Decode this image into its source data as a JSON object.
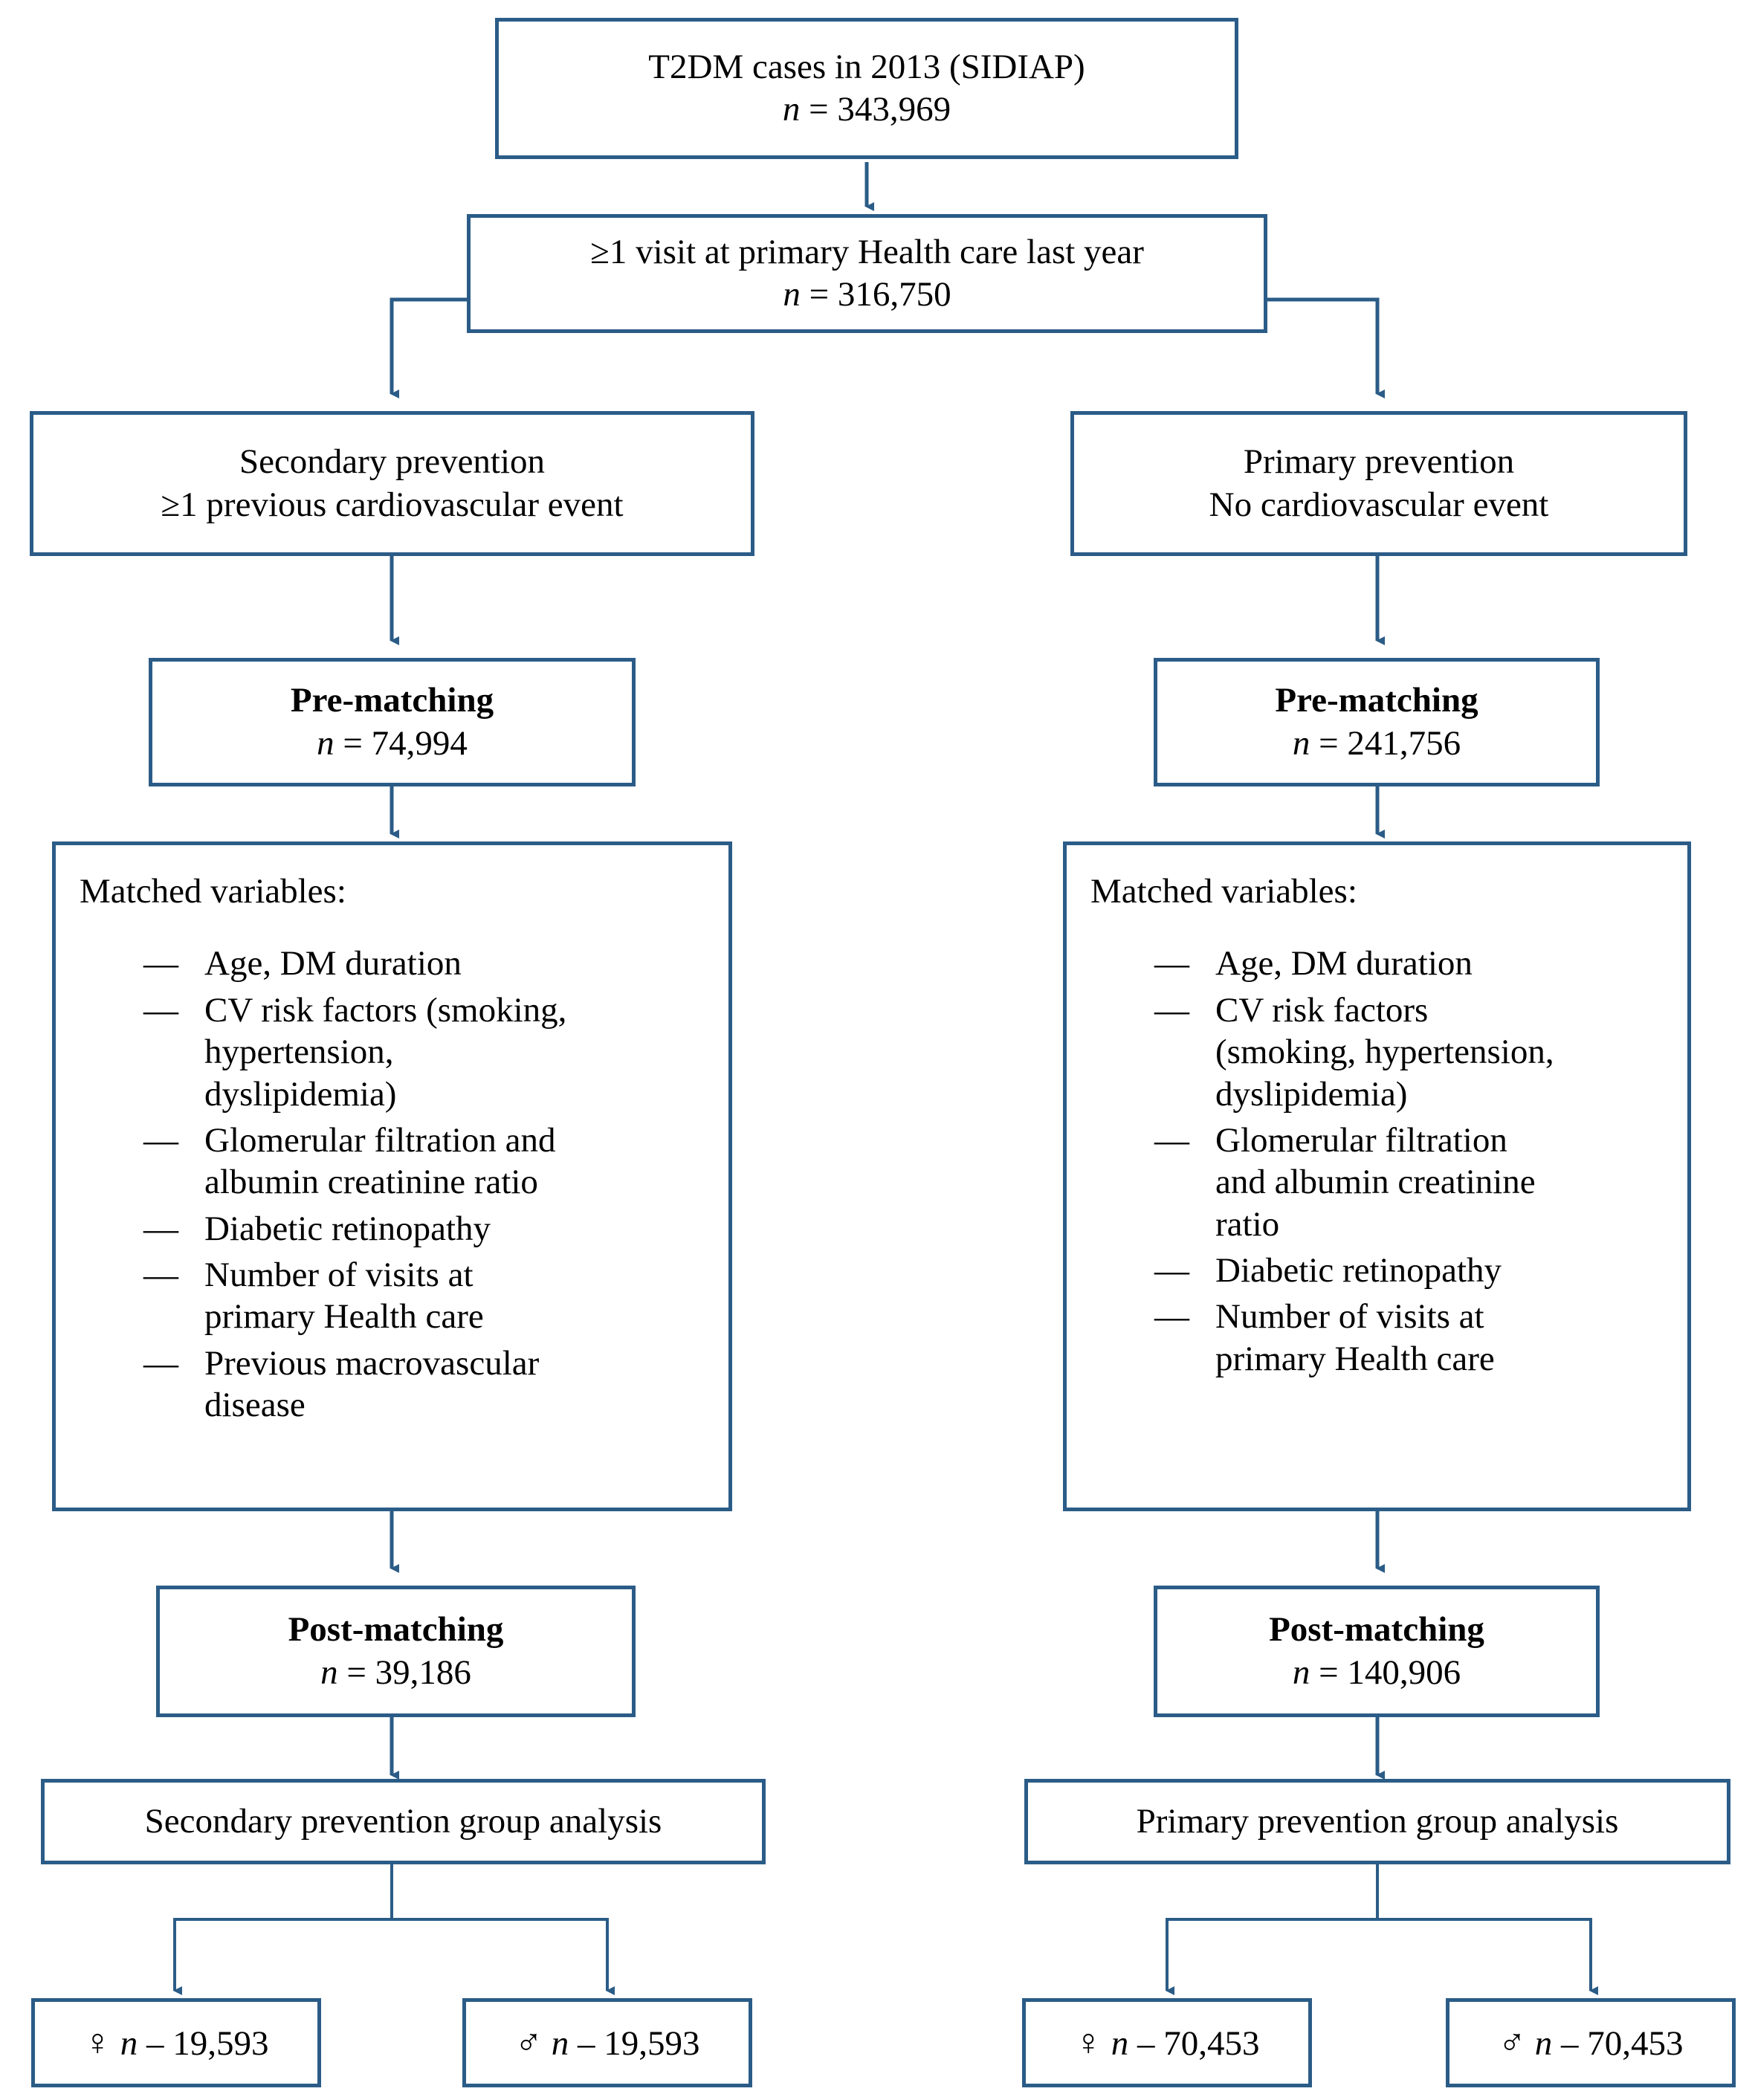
{
  "figure": {
    "type": "flowchart",
    "accent_color": "#2b5c87",
    "background_color": "#ffffff",
    "text_color": "#000000"
  },
  "nodes": {
    "source": {
      "line1": "T2DM cases in 2013 (SIDIAP)",
      "n_prefix": "n",
      "n_sep": " = ",
      "n_value": "343,969"
    },
    "visit": {
      "line1": "≥1 visit at primary Health care last year",
      "n_prefix": "n",
      "n_sep": " = ",
      "n_value": "316,750"
    },
    "secondary_prevention": {
      "line1": "Secondary prevention",
      "line2": "≥1 previous cardiovascular event"
    },
    "primary_prevention": {
      "line1": "Primary prevention",
      "line2": "No cardiovascular event"
    },
    "pre_matching_left": {
      "title": "Pre-matching",
      "n_prefix": "n",
      "n_sep": " = ",
      "n_value": "74,994"
    },
    "pre_matching_right": {
      "title": "Pre-matching",
      "n_prefix": "n",
      "n_sep": " = ",
      "n_value": "241,756"
    },
    "matched_left": {
      "title": "Matched variables:",
      "bullet_marker": "—",
      "items": [
        "Age, DM duration",
        "CV risk factors (smoking,\nhypertension,\ndyslipidemia)",
        "Glomerular filtration and\nalbumin creatinine ratio",
        "Diabetic retinopathy",
        "Number of visits at\nprimary Health care",
        "Previous macrovascular\ndisease"
      ]
    },
    "matched_right": {
      "title": "Matched variables:",
      "bullet_marker": "—",
      "items": [
        "Age, DM duration",
        "CV risk factors\n(smoking, hypertension,\ndyslipidemia)",
        "Glomerular filtration\nand albumin creatinine\nratio",
        "Diabetic retinopathy",
        "Number of visits at\nprimary Health care"
      ]
    },
    "post_matching_left": {
      "title": "Post-matching",
      "n_prefix": "n",
      "n_sep": " = ",
      "n_value": "39,186"
    },
    "post_matching_right": {
      "title": "Post-matching",
      "n_prefix": "n",
      "n_sep": " = ",
      "n_value": "140,906"
    },
    "analysis_left": {
      "label": "Secondary prevention group analysis"
    },
    "analysis_right": {
      "label": "Primary prevention group analysis"
    },
    "female_left": {
      "symbol": "♀",
      "n_prefix": "n",
      "n_sep": " – ",
      "n_value": "19,593"
    },
    "male_left": {
      "symbol": "♂",
      "n_prefix": "n",
      "n_sep": " – ",
      "n_value": "19,593"
    },
    "female_right": {
      "symbol": "♀",
      "n_prefix": "n",
      "n_sep": " – ",
      "n_value": "70,453"
    },
    "male_right": {
      "symbol": "♂",
      "n_prefix": "n",
      "n_sep": " – ",
      "n_value": "70,453"
    }
  }
}
